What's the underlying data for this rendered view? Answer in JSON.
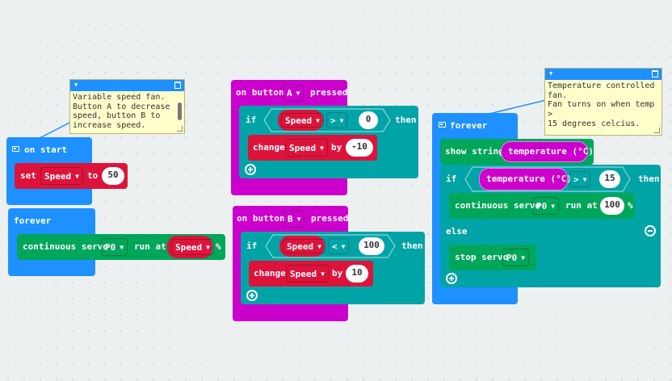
{
  "note1": {
    "text": "Variable speed fan.\nButton A to decrease\nspeed, button B to\nincrease speed."
  },
  "note2": {
    "text": "Temperature controlled\nfan.\nFan turns on when temp >\n15 degrees celcius."
  },
  "on_start": {
    "hat": "on start",
    "set": "set",
    "var": "Speed",
    "to": "to",
    "value": "50"
  },
  "forever1": {
    "hat": "forever",
    "cmd": "continuous servo",
    "pin": "P0",
    "run_at": "run at",
    "var": "Speed",
    "unit": "%"
  },
  "button_a": {
    "on": "on button",
    "button": "A",
    "pressed": "pressed",
    "if": "if",
    "var": "Speed",
    "op": ">",
    "value": "0",
    "then": "then",
    "change": "change",
    "change_var": "Speed",
    "by": "by",
    "by_value": "-10"
  },
  "button_b": {
    "on": "on button",
    "button": "B",
    "pressed": "pressed",
    "if": "if",
    "var": "Speed",
    "op": "<",
    "value": "100",
    "then": "then",
    "change": "change",
    "change_var": "Speed",
    "by": "by",
    "by_value": "10"
  },
  "forever2": {
    "hat": "forever",
    "show": "show string",
    "show_reporter": "temperature (°C)",
    "if": "if",
    "cond_reporter": "temperature (°C)",
    "op": ">",
    "value": "15",
    "then": "then",
    "cmd": "continuous servo",
    "pin": "P0",
    "run_at": "run at",
    "speed": "100",
    "unit": "%",
    "else": "else",
    "stop": "stop servo",
    "stop_pin": "P0"
  },
  "colors": {
    "basic": "#1e90ff",
    "variables": "#dc143c",
    "input": "#cc00cc",
    "logic": "#00a4a6",
    "servos": "#00a65a",
    "note": "#ffffcc"
  }
}
